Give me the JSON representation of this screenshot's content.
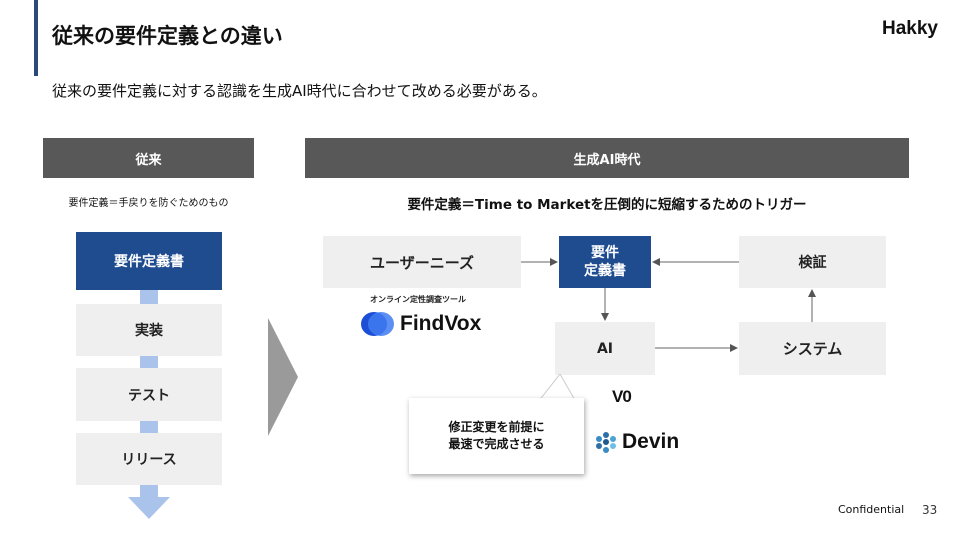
{
  "slide": {
    "title": "従来の要件定義との違い",
    "brand": "Hakky",
    "subtitle": "従来の要件定義に対する認識を生成AI時代に合わせて改める必要がある。",
    "page_number": "33",
    "confidential": "Confidential"
  },
  "left_panel": {
    "header": "従来",
    "caption": "要件定義＝手戻りを防ぐためのもの",
    "steps": [
      "要件定義書",
      "実装",
      "テスト",
      "リリース"
    ]
  },
  "right_panel": {
    "header": "生成AI時代",
    "caption": "要件定義＝Time to Marketを圧倒的に短縮するためのトリガー",
    "nodes": {
      "user_needs": "ユーザーニーズ",
      "requirements_line1": "要件",
      "requirements_line2": "定義書",
      "verify": "検証",
      "ai": "AI",
      "system": "システム"
    },
    "findvox_caption": "オンライン定性調査ツール",
    "findvox_logo": "FindVox",
    "v0_logo": "V0",
    "devin_logo": "Devin",
    "callout_line1": "修正変更を前提に",
    "callout_line2": "最速で完成させる"
  },
  "colors": {
    "header_bg": "#585858",
    "primary_box": "#1f4c8f",
    "light_box": "#efefef",
    "connector": "#a9c3ea",
    "accent_bar": "#2b4a7a"
  }
}
